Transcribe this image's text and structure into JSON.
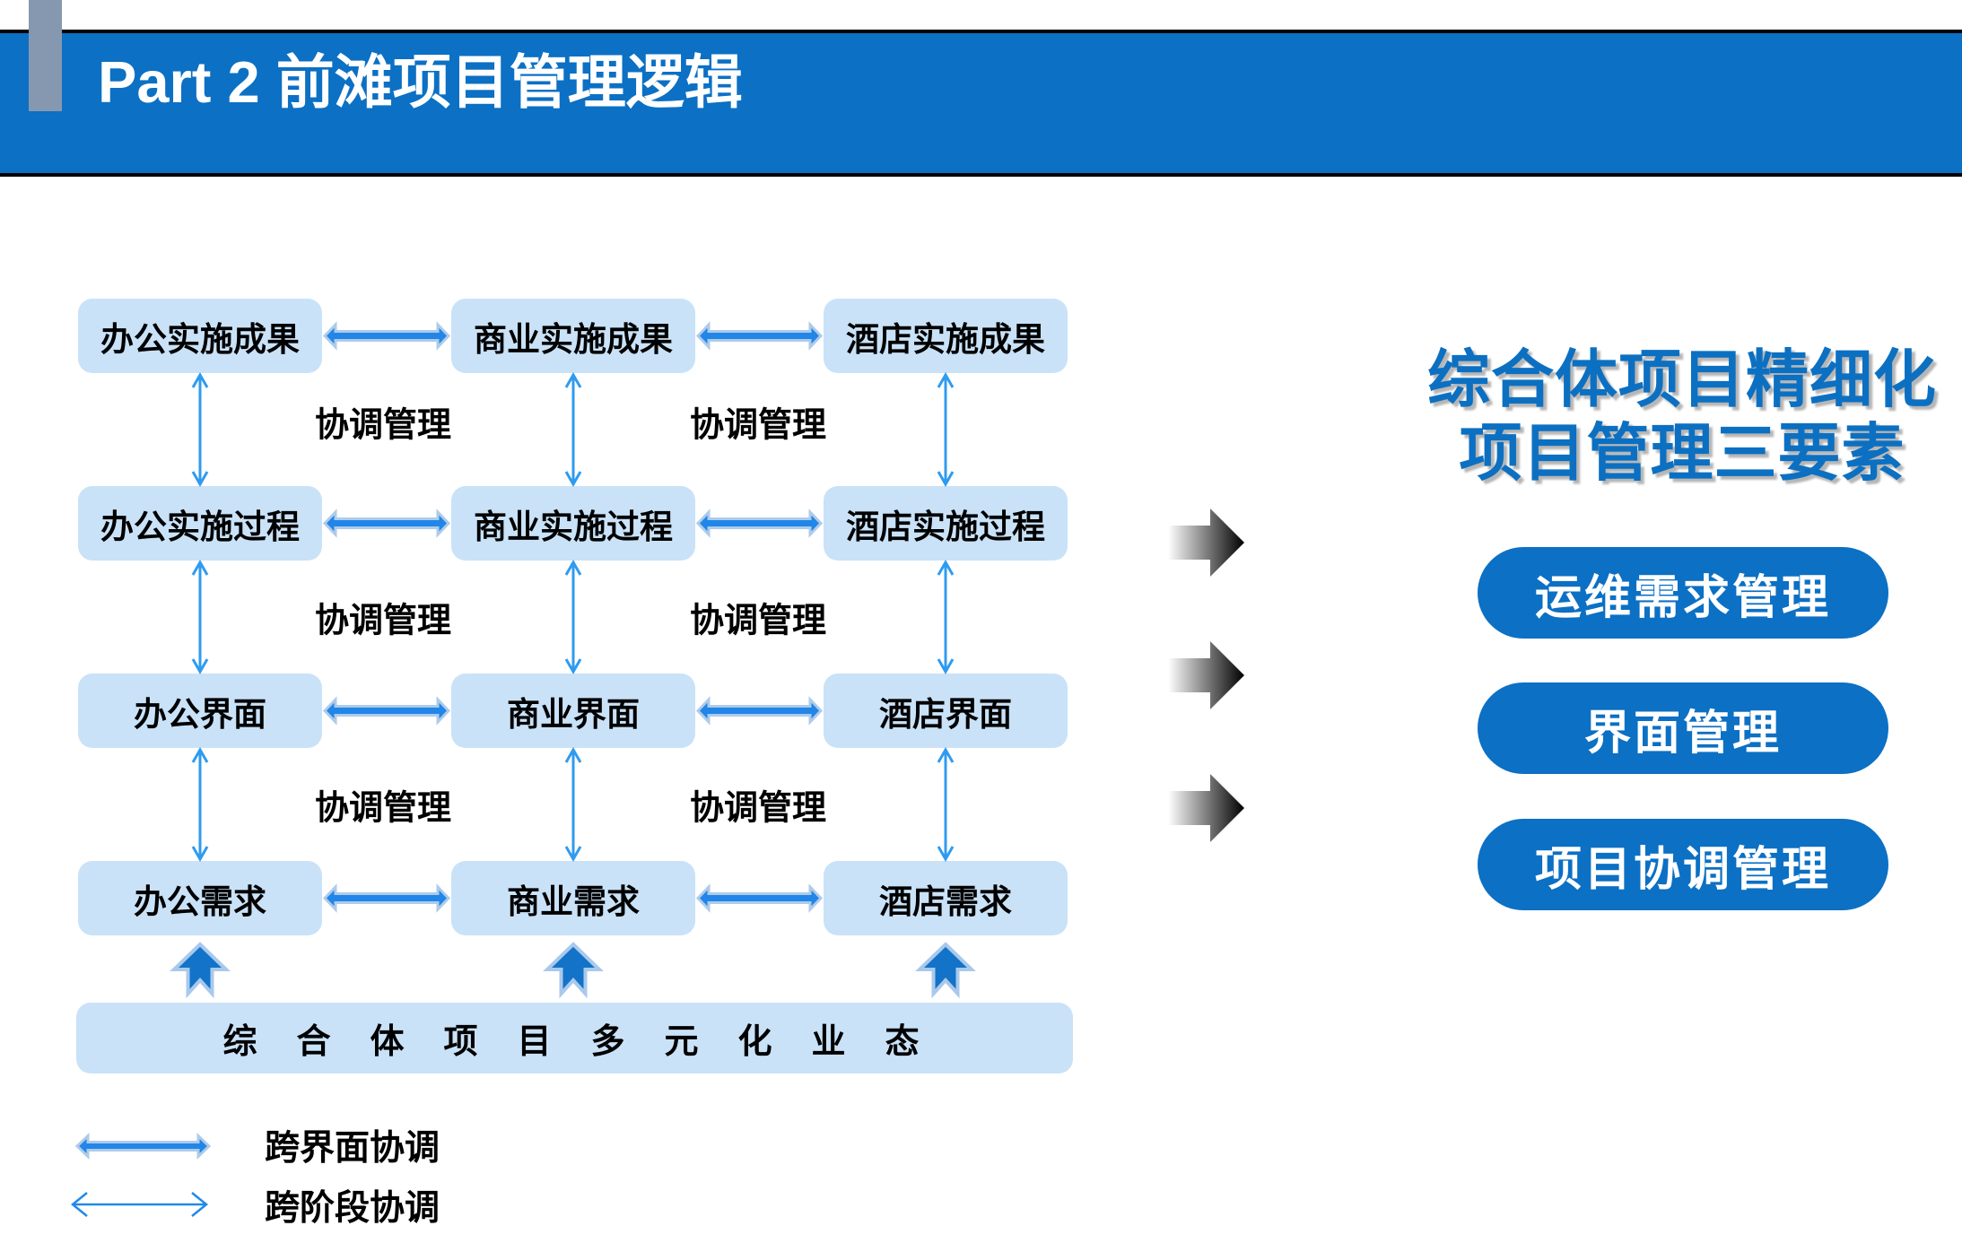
{
  "header": {
    "title": "Part 2 前滩项目管理逻辑"
  },
  "matrix": {
    "boxes": [
      "办公实施成果",
      "商业实施成果",
      "酒店实施成果",
      "办公实施过程",
      "商业实施过程",
      "酒店实施过程",
      "办公界面",
      "商业界面",
      "酒店界面",
      "办公需求",
      "商业需求",
      "酒店需求"
    ],
    "coordination_label": "协调管理"
  },
  "bottom_band": {
    "label": "综合体项目多元化业态"
  },
  "legend": {
    "items": [
      {
        "label": "跨界面协调",
        "arrow": "thick-double-arrow"
      },
      {
        "label": "跨阶段协调",
        "arrow": "thin-double-arrow"
      }
    ]
  },
  "right_panel": {
    "title_line1": "综合体项目精细化",
    "title_line2": "项目管理三要素",
    "pills": [
      "运维需求管理",
      "界面管理",
      "项目协调管理"
    ]
  },
  "colors": {
    "header_blue": "#0c70c4",
    "box_light_blue": "#c9e2f8",
    "pill_blue": "#0c70c4",
    "horizontal_arrow_blue": "#2186e8",
    "vertical_arrow_blue": "#2f9bef",
    "block_arrow_blue": "#1273c8",
    "tab_gray": "#8598b0",
    "title_blue": "#0c70c2"
  }
}
